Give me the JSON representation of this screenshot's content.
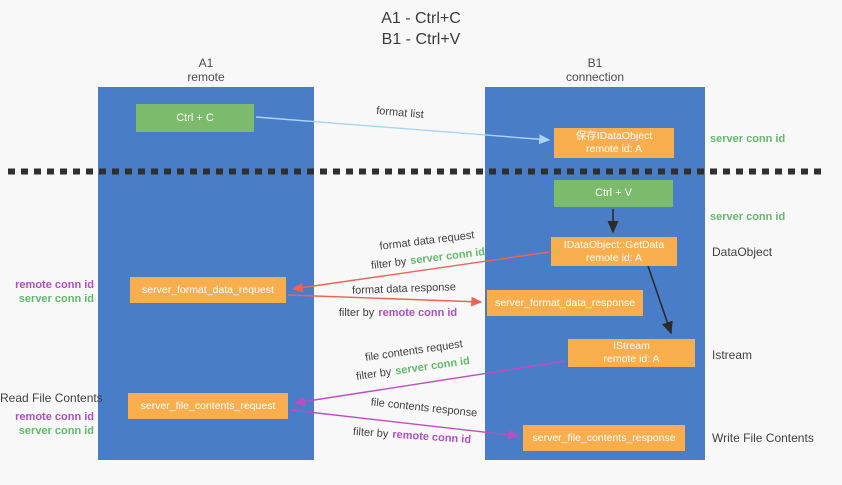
{
  "title": {
    "line1": "A1 - Ctrl+C",
    "line2": "B1 - Ctrl+V"
  },
  "columns": {
    "a1": {
      "name": "A1",
      "subtitle": "remote"
    },
    "b1": {
      "name": "B1",
      "subtitle": "connection"
    }
  },
  "nodes": {
    "ctrl_c": {
      "label": "Ctrl + C"
    },
    "ctrl_v": {
      "label": "Ctrl + V"
    },
    "save_dataobject": {
      "line1": "保存IDataObject",
      "line2": "remote id: A"
    },
    "getdata": {
      "line1": "IDataObject::GetData",
      "line2": "remote id: A"
    },
    "istream": {
      "line1": "IStream",
      "line2": "remote id: A"
    },
    "server_format_data_request": {
      "label": "server_format_data_request"
    },
    "server_format_data_response": {
      "label": "server_format_data_response"
    },
    "server_file_contents_request": {
      "label": "server_file_contents_request"
    },
    "server_file_contents_response": {
      "label": "server_file_contents_response"
    }
  },
  "arrows": {
    "format_list": {
      "label": "format list"
    },
    "format_data_request": {
      "label": "format data request",
      "filter_prefix": "filter by",
      "filter_id": "server conn id"
    },
    "format_data_response": {
      "label": "format data response",
      "filter_prefix": "filter by",
      "filter_id": "remote conn id"
    },
    "file_contents_request": {
      "label": "file contents request",
      "filter_prefix": "filter by",
      "filter_id": "server conn id"
    },
    "file_contents_response": {
      "label": "file contents response",
      "filter_prefix": "filter by",
      "filter_id": "remote conn id"
    }
  },
  "side_labels": {
    "right_top_server_conn": "server conn id",
    "right_mid_server_conn": "server conn id",
    "right_dataobject": "DataObject",
    "right_istream": "Istream",
    "right_write_file": "Write File Contents",
    "left_read_file": "Read File Contents",
    "left_remote_conn_1": "remote conn id",
    "left_server_conn_1": "server conn id",
    "left_remote_conn_2": "remote conn id",
    "left_server_conn_2": "server conn id"
  },
  "colors": {
    "lane_blue": "#4a7dc7",
    "box_green": "#7bbb6b",
    "box_orange": "#f9ae4d",
    "arrow_red": "#ee6357",
    "arrow_magenta": "#bb4ec0",
    "arrow_lightblue": "#a9d5f5",
    "arrow_black": "#2b2b2b",
    "separator_dark": "#2f2f2f",
    "text_green": "#62b96b",
    "text_purple": "#ae4fc6",
    "text_dark": "#3d3d3d"
  }
}
